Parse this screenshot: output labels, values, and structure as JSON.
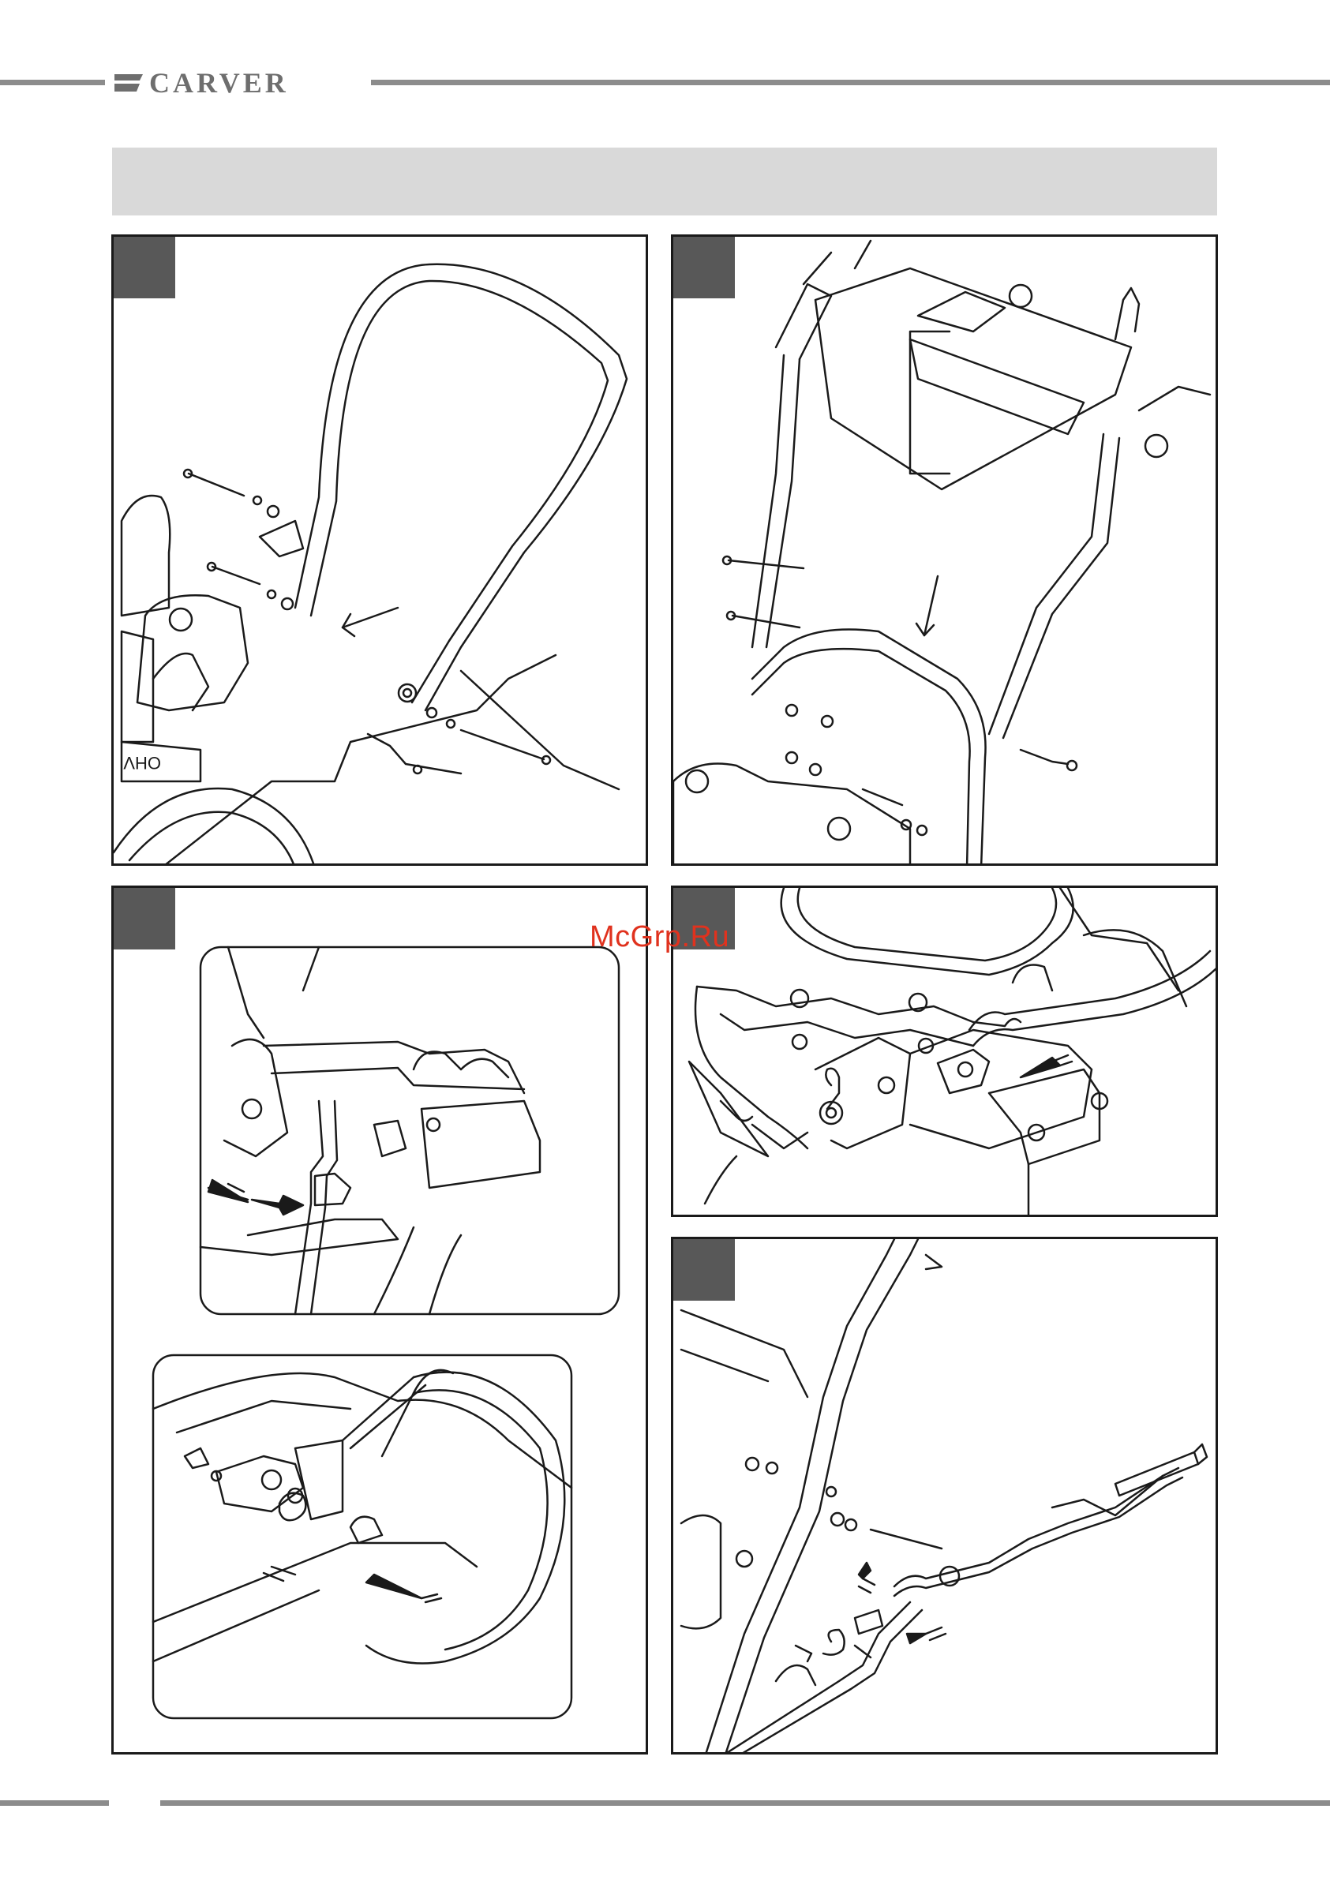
{
  "header": {
    "brand": "CARVER"
  },
  "section_banner": {
    "title": ""
  },
  "panels": [
    {
      "id": "1",
      "step": "",
      "icons": [
        "handle-assembly-illustration"
      ]
    },
    {
      "id": "2",
      "step": "",
      "icons": [
        "upper-handle-illustration"
      ]
    },
    {
      "id": "3",
      "step": "",
      "icons": [
        "drive-rod-illustration"
      ]
    },
    {
      "id": "4",
      "step": "",
      "icons": [
        "chute-linkage-illustration"
      ]
    },
    {
      "id": "5",
      "step": "",
      "icons": [
        "crank-rod-illustration"
      ]
    }
  ],
  "watermark": {
    "text": "McGrp.Ru"
  },
  "engine_label": "OHV",
  "colors": {
    "rule": "#8c8c8c",
    "banner": "#d9d9d9",
    "badge": "#585858",
    "watermark": "#e0321e"
  }
}
